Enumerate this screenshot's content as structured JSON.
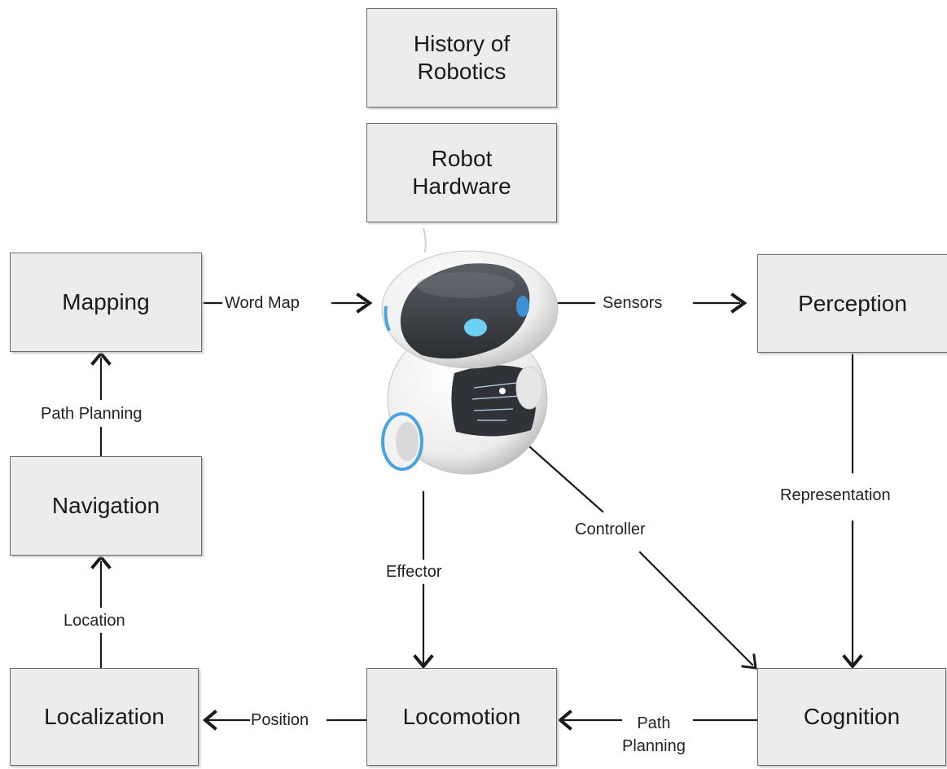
{
  "boxes": {
    "history": "History of\nRobotics",
    "hardware": "Robot\nHardware",
    "mapping": "Mapping",
    "perception": "Perception",
    "navigation": "Navigation",
    "localization": "Localization",
    "locomotion": "Locomotion",
    "cognition": "Cognition"
  },
  "edges": {
    "word_map": "Word Map",
    "sensors": "Sensors",
    "path_planning_left": "Path Planning",
    "representation": "Representation",
    "controller": "Controller",
    "effector": "Effector",
    "location": "Location",
    "position": "Position",
    "path_planning_bottom": "Path\nPlanning"
  },
  "colors": {
    "box_fill": "#ececec",
    "box_border": "#6b6b6b",
    "robot_accent": "#4aa3df",
    "line": "#1a1a1a"
  }
}
